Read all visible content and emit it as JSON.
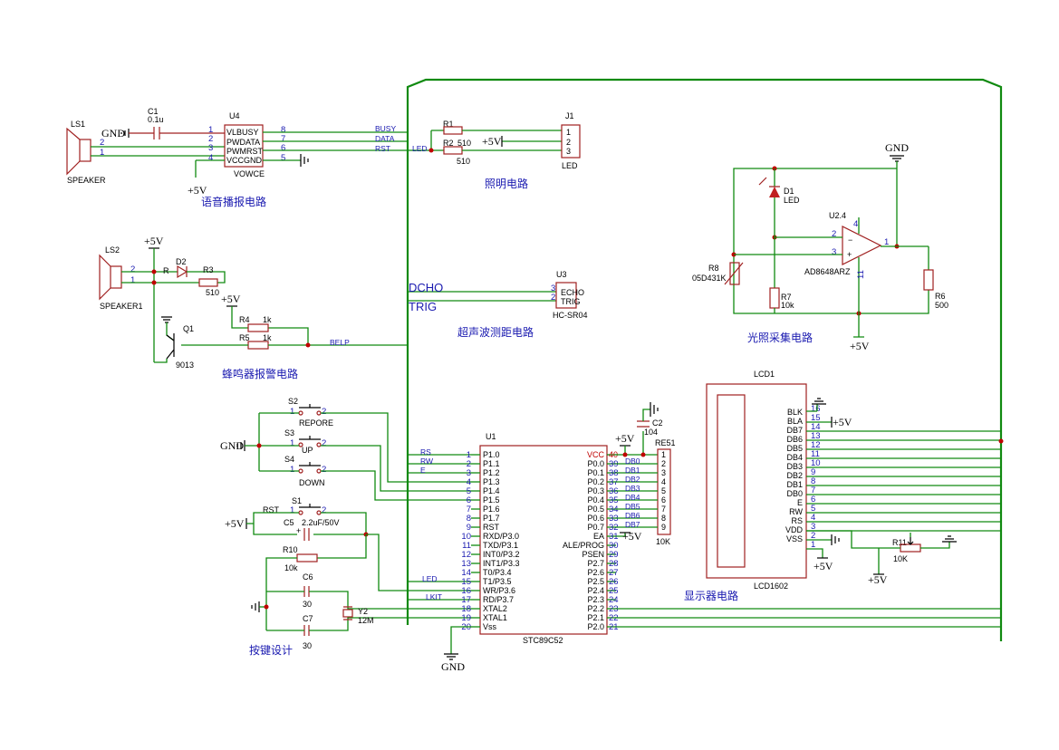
{
  "power": {
    "gnd": "GND",
    "vcc5": "+5V"
  },
  "sections": {
    "voice": "语音播报电路",
    "light": "照明电路",
    "buzzer": "蜂鸣器报警电路",
    "ultrasonic": "超声波测距电路",
    "light_sense": "光照采集电路",
    "display": "显示器电路",
    "keys": "按键设计"
  },
  "components": {
    "ls1": {
      "ref": "LS1",
      "value": "SPEAKER"
    },
    "ls2": {
      "ref": "LS2",
      "value": "SPEAKER1"
    },
    "c1": {
      "ref": "C1",
      "value": "0.1u"
    },
    "u4": {
      "ref": "U4",
      "value": "VOWCE",
      "pins": [
        "VLBUSY",
        "PWDATA",
        "PWMRST",
        "VCCGND"
      ]
    },
    "r1": {
      "ref": "R1",
      "value": "510"
    },
    "r2": {
      "ref": "R2",
      "value": "510"
    },
    "j1": {
      "ref": "J1",
      "value": "LED"
    },
    "d2": {
      "ref": "D2",
      "label": "R"
    },
    "r3": {
      "ref": "R3",
      "value": "510"
    },
    "r4": {
      "ref": "R4",
      "value": "1k"
    },
    "r5": {
      "ref": "R5",
      "value": "1k"
    },
    "q1": {
      "ref": "Q1",
      "value": "9013"
    },
    "u3": {
      "ref": "U3",
      "value": "HC-SR04",
      "pins": [
        "ECHO",
        "TRIG"
      ]
    },
    "d1": {
      "ref": "D1",
      "value": "LED"
    },
    "u24": {
      "ref": "U2.4",
      "value": "AD8648ARZ",
      "pin_ref": "11"
    },
    "r8": {
      "ref": "R8",
      "value": "05D431K"
    },
    "r7": {
      "ref": "R7",
      "value": "10k"
    },
    "r6": {
      "ref": "R6",
      "value": "500"
    },
    "s1": {
      "ref": "S1",
      "label": "RST"
    },
    "s2": {
      "ref": "S2",
      "label": "REPORE"
    },
    "s3": {
      "ref": "S3",
      "label": "UP"
    },
    "s4": {
      "ref": "S4",
      "label": "DOWN"
    },
    "c5": {
      "ref": "C5",
      "value": "2.2uF/50V"
    },
    "r10": {
      "ref": "R10",
      "value": "10k"
    },
    "c6": {
      "ref": "C6",
      "value": "30"
    },
    "c7": {
      "ref": "C7",
      "value": "30"
    },
    "y2": {
      "ref": "Y2",
      "value": "12M"
    },
    "c2": {
      "ref": "C2",
      "value": "104"
    },
    "re51": {
      "ref": "RE51",
      "value": "10K"
    },
    "r11": {
      "ref": "R11",
      "value": "10K"
    },
    "lcd": {
      "ref": "LCD1",
      "value": "LCD1602"
    },
    "u1": {
      "ref": "U1",
      "value": "STC89C52"
    }
  },
  "nets": {
    "busy": "BUSY",
    "data": "DATA",
    "rst": "RST",
    "led": "LED",
    "belp": "BELP",
    "dcho": "DCHO",
    "trig": "TRIG",
    "rs": "RS",
    "rw": "RW",
    "e": "E",
    "kled": "LED",
    "lkit": "LKIT"
  },
  "u1_left": [
    {
      "pin": "1",
      "name": "P1.0"
    },
    {
      "pin": "2",
      "name": "P1.1"
    },
    {
      "pin": "3",
      "name": "P1.2"
    },
    {
      "pin": "4",
      "name": "P1.3"
    },
    {
      "pin": "5",
      "name": "P1.4"
    },
    {
      "pin": "6",
      "name": "P1.5"
    },
    {
      "pin": "7",
      "name": "P1.6"
    },
    {
      "pin": "8",
      "name": "P1.7"
    },
    {
      "pin": "9",
      "name": "RST"
    },
    {
      "pin": "10",
      "name": "RXD/P3.0"
    },
    {
      "pin": "11",
      "name": "TXD/P3.1"
    },
    {
      "pin": "12",
      "name": "INT0/P3.2"
    },
    {
      "pin": "13",
      "name": "INT1/P3.3"
    },
    {
      "pin": "14",
      "name": "T0/P3.4"
    },
    {
      "pin": "15",
      "name": "T1/P3.5"
    },
    {
      "pin": "16",
      "name": "WR/P3.6"
    },
    {
      "pin": "17",
      "name": "RD/P3.7"
    },
    {
      "pin": "18",
      "name": "XTAL2"
    },
    {
      "pin": "19",
      "name": "XTAL1"
    },
    {
      "pin": "20",
      "name": "Vss"
    }
  ],
  "u1_right": [
    {
      "pin": "40",
      "name": "VCC"
    },
    {
      "pin": "39",
      "name": "P0.0"
    },
    {
      "pin": "38",
      "name": "P0.1"
    },
    {
      "pin": "37",
      "name": "P0.2"
    },
    {
      "pin": "36",
      "name": "P0.3"
    },
    {
      "pin": "35",
      "name": "P0.4"
    },
    {
      "pin": "34",
      "name": "P0.5"
    },
    {
      "pin": "33",
      "name": "P0.6"
    },
    {
      "pin": "32",
      "name": "P0.7"
    },
    {
      "pin": "31",
      "name": "EA"
    },
    {
      "pin": "30",
      "name": "ALE/PROG"
    },
    {
      "pin": "29",
      "name": "PSEN"
    },
    {
      "pin": "28",
      "name": "P2.7"
    },
    {
      "pin": "27",
      "name": "P2.6"
    },
    {
      "pin": "26",
      "name": "P2.5"
    },
    {
      "pin": "25",
      "name": "P2.4"
    },
    {
      "pin": "24",
      "name": "P2.3"
    },
    {
      "pin": "23",
      "name": "P2.2"
    },
    {
      "pin": "22",
      "name": "P2.1"
    },
    {
      "pin": "21",
      "name": "P2.0"
    }
  ],
  "db_labels": [
    "DB0",
    "DB1",
    "DB2",
    "DB3",
    "DB4",
    "DB5",
    "DB6",
    "DB7"
  ],
  "lcd_pins": [
    {
      "pin": "16",
      "name": "BLK"
    },
    {
      "pin": "15",
      "name": "BLA"
    },
    {
      "pin": "14",
      "name": "DB7"
    },
    {
      "pin": "13",
      "name": "DB6"
    },
    {
      "pin": "12",
      "name": "DB5"
    },
    {
      "pin": "11",
      "name": "DB4"
    },
    {
      "pin": "10",
      "name": "DB3"
    },
    {
      "pin": "9",
      "name": "DB2"
    },
    {
      "pin": "8",
      "name": "DB1"
    },
    {
      "pin": "7",
      "name": "DB0"
    },
    {
      "pin": "6",
      "name": "E"
    },
    {
      "pin": "5",
      "name": "RW"
    },
    {
      "pin": "4",
      "name": "RS"
    },
    {
      "pin": "3",
      "name": "VDD"
    },
    {
      "pin": "2",
      "name": "VSS"
    },
    {
      "pin": "1",
      "name": ""
    }
  ],
  "re51_pins": [
    "1",
    "2",
    "3",
    "4",
    "5",
    "6",
    "7",
    "8",
    "9"
  ]
}
